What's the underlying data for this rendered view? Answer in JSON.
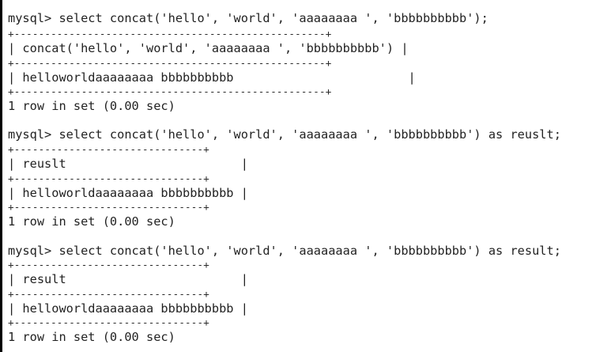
{
  "terminal": {
    "blocks": [
      {
        "command": "mysql> select concat('hello', 'world', 'aaaaaaaa ', 'bbbbbbbbbb');",
        "border": "+---------------------------------------------------+",
        "header": "| concat('hello', 'world', 'aaaaaaaa ', 'bbbbbbbbbb') |",
        "value": "| helloworldaaaaaaaa bbbbbbbbbb                        |",
        "footer": "1 row in set (0.00 sec)"
      },
      {
        "command": "mysql> select concat('hello', 'world', 'aaaaaaaa ', 'bbbbbbbbbb') as reuslt;",
        "border": "+-------------------------------+",
        "header": "| reuslt                        |",
        "value": "| helloworldaaaaaaaa bbbbbbbbbb |",
        "footer": "1 row in set (0.00 sec)"
      },
      {
        "command": "mysql> select concat('hello', 'world', 'aaaaaaaa ', 'bbbbbbbbbb') as result;",
        "border": "+-------------------------------+",
        "header": "| result                        |",
        "value": "| helloworldaaaaaaaa bbbbbbbbbb |",
        "footer": "1 row in set (0.00 sec)"
      }
    ]
  }
}
